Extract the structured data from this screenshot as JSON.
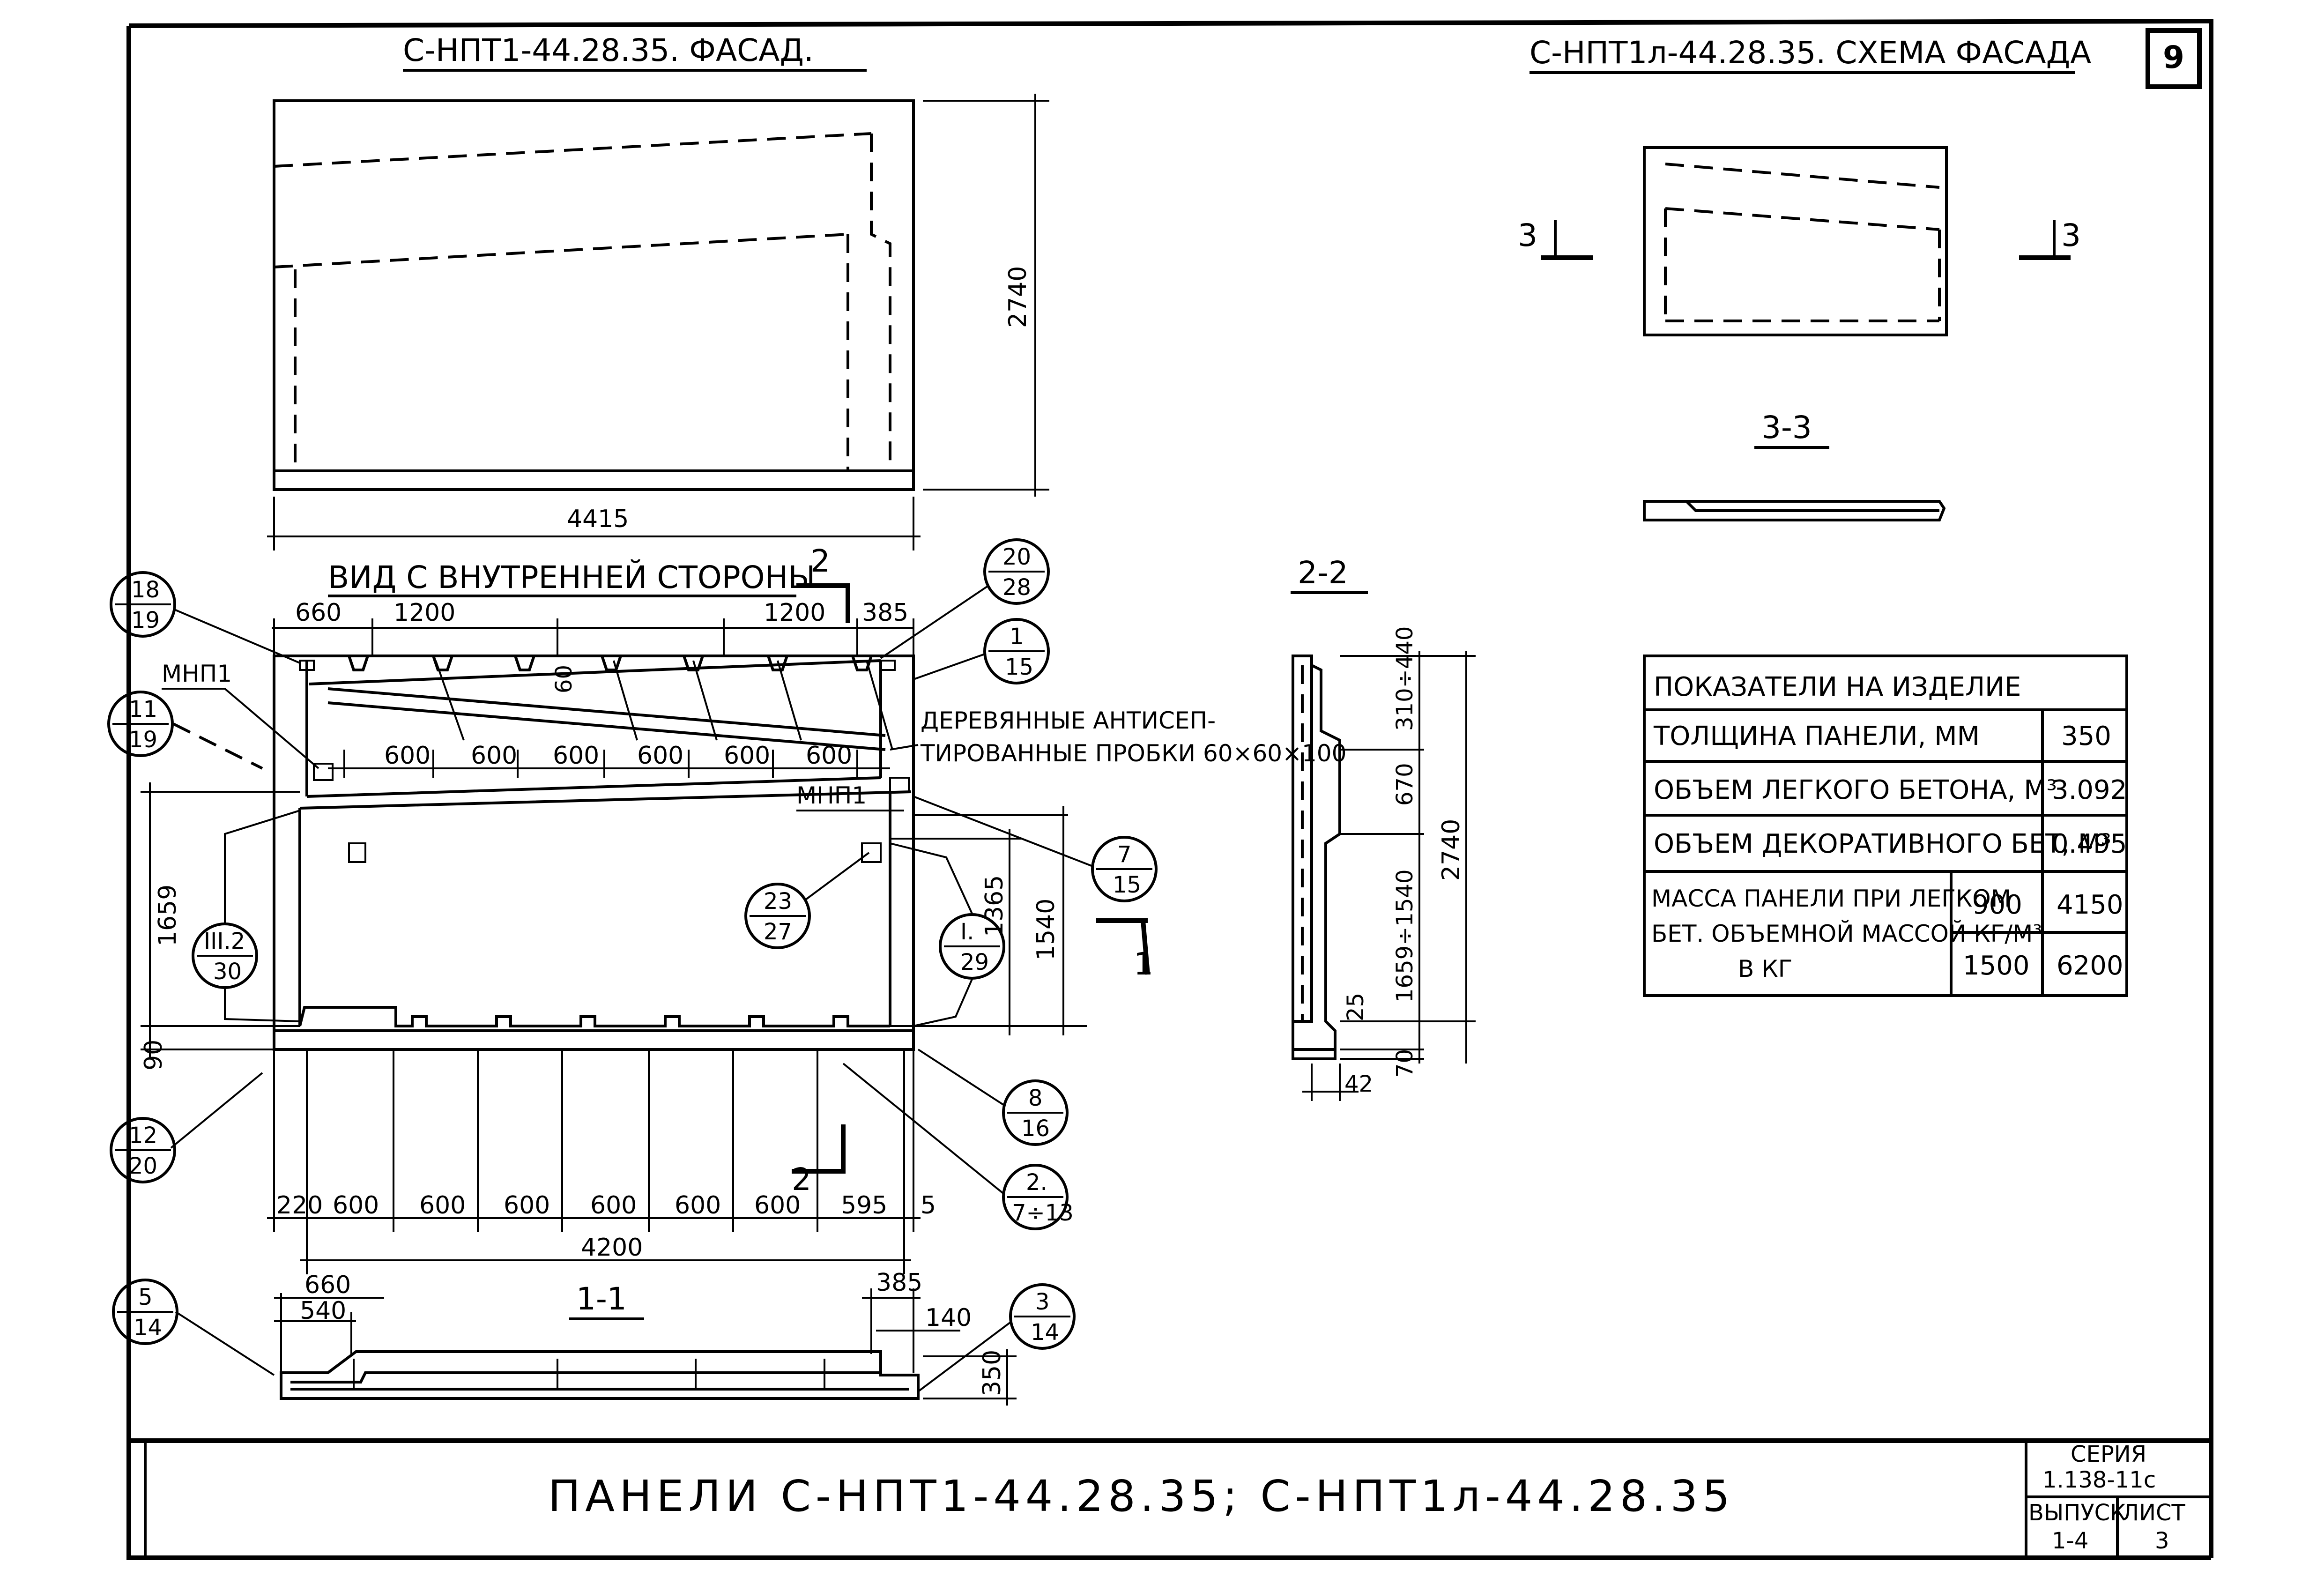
{
  "sheet_number": "9",
  "titles": {
    "facade": "С-НПТ1-44.28.35. ФАСАД.",
    "facade_scheme": "С-НПТ1л-44.28.35. СХЕМА ФАСАДА",
    "inner_view": "ВИД С ВНУТРЕННЕЙ СТОРОНЫ",
    "section_2_2": "2-2",
    "section_3_3": "3-3",
    "section_1_1": "1-1"
  },
  "facade": {
    "height": "2740",
    "width": "4415"
  },
  "scheme": {
    "cut_left": "3",
    "cut_right": "3"
  },
  "inner_view": {
    "cut_mark_top": "2",
    "cut_mark_bottom": "2",
    "cut_mark_right": "1",
    "top_dims": [
      "660",
      "1200",
      "1200",
      "385"
    ],
    "plug_dims": [
      "600",
      "600",
      "600",
      "600",
      "600",
      "600"
    ],
    "dim_60": "60",
    "mnp_left": "МНП1",
    "mnp_right": "МНП1",
    "wood_note_line1": "ДЕРЕВЯННЫЕ АНТИСЕП-",
    "wood_note_line2": "ТИРОВАННЫЕ ПРОБКИ 60×60×100",
    "dim_left_1659": "1659",
    "dim_left_90": "90",
    "dim_right_1365": "1365",
    "dim_right_1540": "1540",
    "bottom_dims": [
      "220",
      "600",
      "600",
      "600",
      "600",
      "600",
      "600",
      "595",
      "5"
    ],
    "total_bottom": "4200"
  },
  "balloons": [
    {
      "top": "18",
      "bottom": "19"
    },
    {
      "top": "11",
      "bottom": "19"
    },
    {
      "top": "III.2",
      "bottom": "30"
    },
    {
      "top": "12",
      "bottom": "20"
    },
    {
      "top": "20",
      "bottom": "28"
    },
    {
      "top": "1",
      "bottom": "15"
    },
    {
      "top": "7",
      "bottom": "15"
    },
    {
      "top": "23",
      "bottom": "27"
    },
    {
      "top": "I.",
      "bottom": "29"
    },
    {
      "top": "8",
      "bottom": "16"
    },
    {
      "top": "2.",
      "bottom": "7÷13"
    },
    {
      "top": "5",
      "bottom": "14"
    },
    {
      "top": "3",
      "bottom": "14"
    }
  ],
  "section_2_2": {
    "dims": [
      "310÷440",
      "670",
      "1659÷1540",
      "25",
      "70",
      "42"
    ],
    "total": "2740"
  },
  "section_1_1": {
    "dim_660": "660",
    "dim_540": "540",
    "dim_385": "385",
    "dim_140": "140",
    "dim_350": "350"
  },
  "indicators": {
    "header": "ПОКАЗАТЕЛИ НА ИЗДЕЛИЕ",
    "rows": [
      {
        "label": "ТОЛЩИНА ПАНЕЛИ,   ММ",
        "value": "350"
      },
      {
        "label": "ОБЪЕМ ЛЕГКОГО БЕТОНА, М³",
        "value": "3.092"
      },
      {
        "label": "ОБЪЕМ ДЕКОРАТИВНОГО БЕТ, М³",
        "value": "0.495"
      }
    ],
    "mass_label_line1": "МАССА ПАНЕЛИ ПРИ ЛЕГКОМ",
    "mass_label_line2": "БЕТ. ОБЪЕМНОЙ МАССОЙ КГ/М³",
    "mass_label_line3": "В КГ",
    "mass_rows": [
      {
        "density": "900",
        "mass": "4150"
      },
      {
        "density": "1500",
        "mass": "6200"
      }
    ]
  },
  "title_block": {
    "title": "ПАНЕЛИ   С-НПТ1-44.28.35;   С-НПТ1л-44.28.35",
    "series_label": "СЕРИЯ",
    "series_value": "1.138-11с",
    "issue_label": "ВЫПУСК",
    "issue_value": "1-4",
    "sheet_label": "ЛИСТ",
    "sheet_value": "3"
  }
}
